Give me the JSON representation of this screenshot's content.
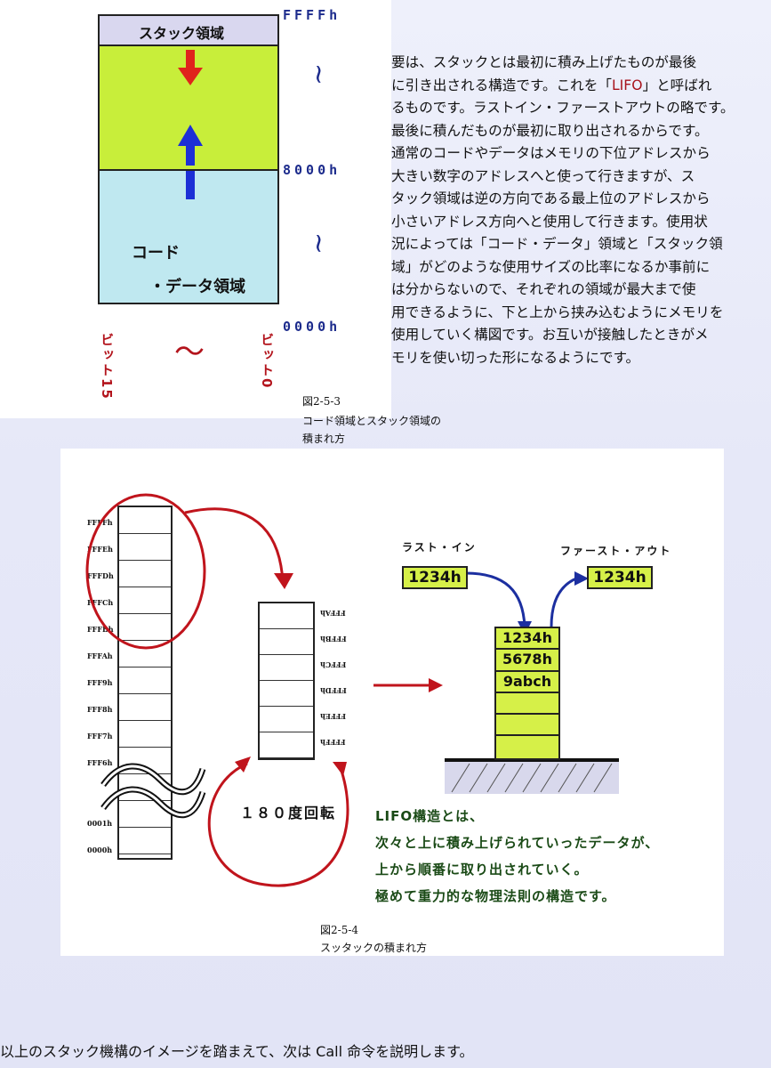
{
  "fig253": {
    "stack_area_label": "スタック領域",
    "code_area_line1": "コード",
    "code_area_line2": "・データ領域",
    "addr_top": "FFFFh",
    "addr_mid": "8000h",
    "addr_bottom": "0000h",
    "squiggle": "~",
    "bit15": "ビット15",
    "bit0": "ビット0",
    "tilde": "～",
    "caption_num": "図2-5-3",
    "caption_line1": "コード領域とスタック領域の",
    "caption_line2": "積まれ方",
    "colors": {
      "stack": "#d9d7ef",
      "free": "#c8ee3a",
      "code": "#bfe8f0",
      "arrow_down": "#e0231c",
      "arrow_up": "#1c2fd6"
    }
  },
  "paragraph": {
    "lines": [
      "要は、スタックとは最初に積み上げたものが最後",
      "に引き出される構造です。これを「",
      "るものです。ラストイン・ファーストアウトの略です。",
      "最後に積んだものが最初に取り出されるからです。",
      "通常のコードやデータはメモリの下位アドレスから",
      "大きい数字のアドレスへと使って行きますが、ス",
      "タック領域は逆の方向である最上位のアドレスから",
      "小さいアドレス方向へと使用して行きます。使用状",
      "況によっては「コード・データ」領域と「スタック領",
      "域」がどのような使用サイズの比率になるか事前に",
      "は分からないので、それぞれの領域が最大まで使",
      "用できるように、下と上から挟み込むようにメモリを",
      "使用していく構図です。お互いが接触したときがメ",
      "モリを使い切った形になるようにです。"
    ],
    "lifo": "LIFO",
    "line2_tail": "」と呼ばれ"
  },
  "fig254": {
    "addresses": [
      "FFFFh",
      "FFFEh",
      "FFFDh",
      "FFFCh",
      "FFFBh",
      "FFFAh",
      "FFF9h",
      "FFF8h",
      "FFF7h",
      "FFF6h"
    ],
    "low_addresses": [
      "0001h",
      "0000h"
    ],
    "rotated_addresses": [
      "FFFAh",
      "FFFBh",
      "FFFCh",
      "FFFDh",
      "FFFEh",
      "FFFFh"
    ],
    "last_in_label": "ラスト・イン",
    "first_out_label": "ファースト・アウト",
    "last_in_value": "1234h",
    "first_out_value": "1234h",
    "stack_values": [
      "1234h",
      "5678h",
      "9abch",
      "",
      "",
      ""
    ],
    "rotation_label": "１８０度回転",
    "desc_lines": [
      "LIFO構造とは、",
      "次々と上に積み上げられていったデータが、",
      "上から順番に取り出されていく。",
      "極めて重力的な物理法則の構造です。"
    ],
    "caption_num": "図2-5-4",
    "caption_text": "スッタックの積まれ方",
    "colors": {
      "circle": "#c0141c",
      "arrow_blue": "#1c2fa0",
      "stack_fill": "#d6f048"
    }
  },
  "footer": {
    "text": "以上のスタック機構のイメージを踏まえて、次は Call 命令を説明します。"
  }
}
